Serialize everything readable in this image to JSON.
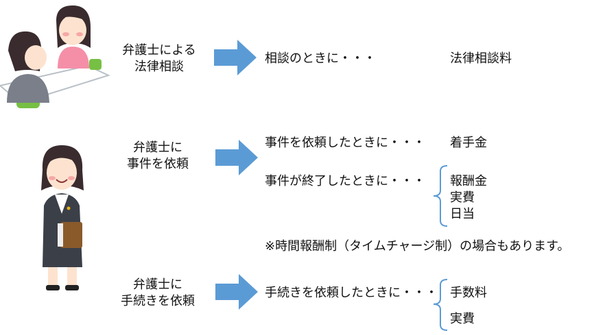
{
  "colors": {
    "arrow": "#5b9bd5",
    "brace": "#5b9bd5",
    "text": "#111111"
  },
  "rows": {
    "consultation": {
      "title_line1": "弁護士による",
      "title_line2": "法律相談",
      "timing": "相談のときに・・・",
      "fee": "法律相談料"
    },
    "request": {
      "title_line1": "弁護士に",
      "title_line2": "事件を依頼",
      "timing_start": "事件を依頼したときに・・・",
      "fee_start": "着手金",
      "timing_end": "事件が終了したときに・・・",
      "fees_end": [
        "報酬金",
        "実費",
        "日当"
      ]
    },
    "note": "※時間報酬制（タイムチャージ制）の場合もあります。",
    "procedure": {
      "title_line1": "弁護士に",
      "title_line2": "手続きを依頼",
      "timing": "手続きを依頼したときに・・・",
      "fees": [
        "手数料",
        "実費"
      ]
    }
  }
}
